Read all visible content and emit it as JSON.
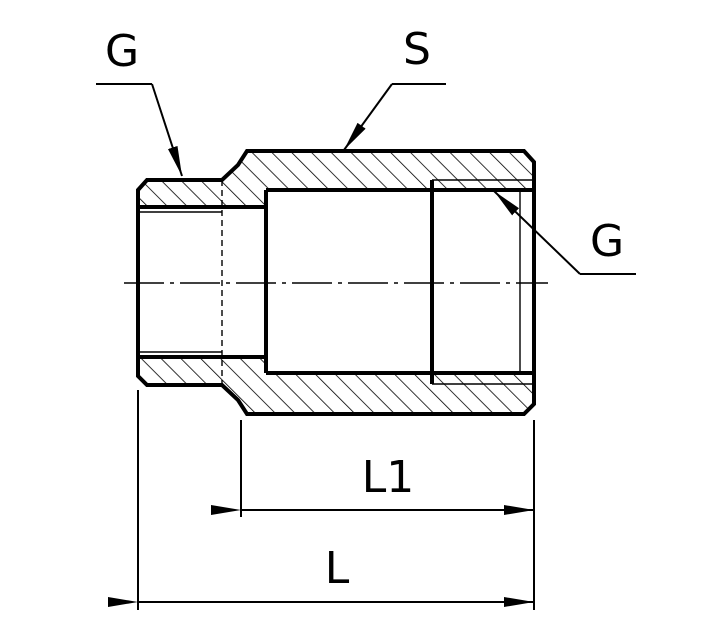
{
  "labels": {
    "thread_left": "G",
    "wrench_size": "S",
    "thread_right": "G",
    "length_inner": "L1",
    "length_total": "L"
  }
}
